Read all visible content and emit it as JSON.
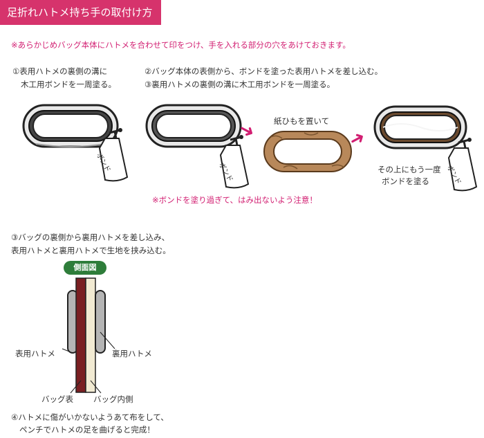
{
  "header": {
    "title": "足折れハトメ持ち手の取付け方"
  },
  "note_top": "※あらかじめバッグ本体にハトメを合わせて印をつけ、手を入れる部分の穴をあけておきます。",
  "step1": {
    "line1": "①表用ハトメの裏側の溝に",
    "line2": "木工用ボンドを一周塗る。"
  },
  "step2": {
    "line1": "②バッグ本体の表側から、ボンドを塗った表用ハトメを差し込む。",
    "line2": "③裏用ハトメの裏側の溝に木工用ボンドを一周塗る。"
  },
  "bond_label": "ボンド",
  "string_label": "紙ひもを置いて",
  "again_label": {
    "line1": "その上にもう一度",
    "line2": "ボンドを塗る"
  },
  "warning": "※ボンドを塗り過ぎて、はみ出ないよう注意！",
  "step3": {
    "line1": "③バッグの裏側から裏用ハトメを差し込み、",
    "line2": "表用ハトメと裏用ハトメで生地を挟み込む。"
  },
  "side_view": {
    "badge": "側面図",
    "front_eyelet": "表用ハトメ",
    "back_eyelet": "裏用ハトメ",
    "bag_front": "バッグ表",
    "bag_inside": "バッグ内側"
  },
  "step4": {
    "line1": "④ハトメに傷がいかないようあて布をして、",
    "line2": "ペンチでハトメの足を曲げると完成！"
  },
  "colors": {
    "accent": "#d21f72",
    "title_bg": "#d6336c",
    "badge": "#2e7d3a",
    "leather": "#7a1f22",
    "fabric": "#f1ead2",
    "cord": "#b8885a"
  }
}
